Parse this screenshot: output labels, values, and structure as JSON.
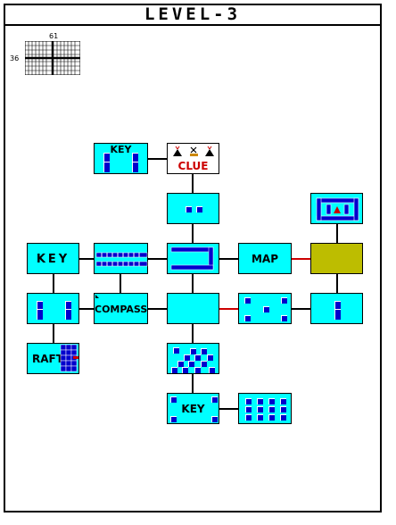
{
  "title": "LEVEL-3",
  "minimap": {
    "col_label": "61",
    "row_label": "36"
  },
  "rooms": {
    "key_top": "KEY",
    "clue": "CLUE",
    "key_left": "KEY",
    "map": "MAP",
    "compass": "COMPASS",
    "raft": "RAFT",
    "key_bottom": "KEY"
  },
  "colors": {
    "room": "#00ffff",
    "wall_block": "#0000cc",
    "dark_room": "#bdbd00",
    "door_red": "#cc0000"
  }
}
